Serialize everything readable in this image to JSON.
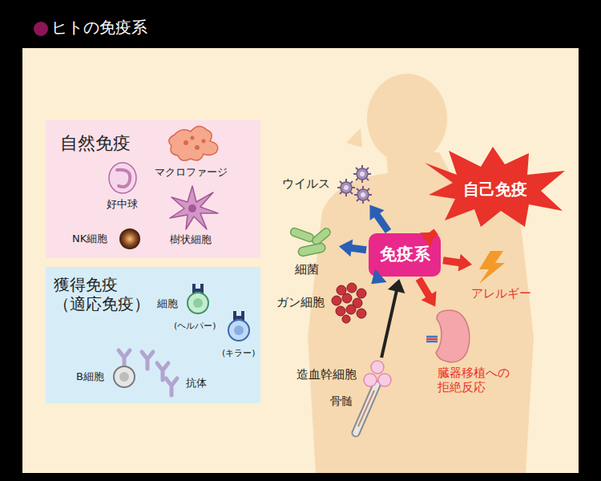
{
  "diagram": {
    "title": "ヒトの免疫系",
    "nodes": [
      {
        "text": [
          "自然免疫"
        ]
      },
      {
        "text": [
          "獲得免疫 （適応免疫）"
        ]
      },
      {
        "text": [
          "ウイルス"
        ]
      },
      {
        "text": [
          "自己免疫"
        ]
      },
      {
        "text": [
          "細菌"
        ]
      },
      {
        "text": [
          "免疫系"
        ]
      },
      {
        "text": [
          "アレルギー"
        ]
      },
      {
        "text": [
          "ガン細胞"
        ]
      },
      {
        "text": [
          "臓器移植への 拒絶反応"
        ]
      },
      {
        "text": [
          "造血幹細胞"
        ]
      }
    ],
    "edges": [
      {
        "from": 5,
        "to": 2,
        "arrow": "to"
      },
      {
        "from": 5,
        "to": 3,
        "arrow": "to"
      },
      {
        "from": 5,
        "to": 4,
        "arrow": "to"
      },
      {
        "from": 5,
        "to": 6,
        "arrow": "to"
      },
      {
        "from": 5,
        "to": 7,
        "arrow": "to"
      },
      {
        "from": 5,
        "to": 8,
        "arrow": "to"
      },
      {
        "from": 9,
        "to": 5,
        "arrow": "to"
      }
    ],
    "labels": [
      "マクロファージ",
      "好中球",
      "樹状細胞",
      "NK細胞",
      "細胞",
      "(ヘルパー)",
      "(キラー)",
      "B細胞",
      "抗体",
      "骨髄"
    ]
  }
}
